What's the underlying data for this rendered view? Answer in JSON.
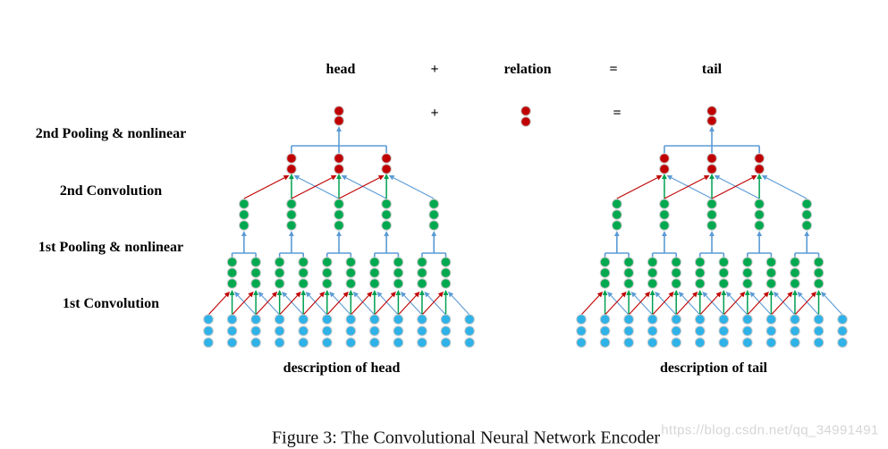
{
  "equation": {
    "head": "head",
    "plus": "+",
    "relation": "relation",
    "equals": "=",
    "tail": "tail"
  },
  "vector_row": {
    "plus": "+",
    "equals": "="
  },
  "layer_labels": [
    "2nd Pooling & nonlinear",
    "2nd Convolution",
    "1st Pooling & nonlinear",
    "1st Convolution"
  ],
  "networks": [
    {
      "name": "head-encoder",
      "description": "description of head"
    },
    {
      "name": "tail-encoder",
      "description": "description of tail"
    }
  ],
  "relation_vector": {
    "dot_count": 2
  },
  "structure": {
    "input_columns": 12,
    "input_dots_per_column": 3,
    "conv1_columns": 10,
    "conv1_dots_per_column": 3,
    "pool1_columns": 5,
    "pool1_dots_per_column": 3,
    "conv2_columns": 3,
    "conv2_dots_per_column": 2,
    "output_dots": 2,
    "conv_kernel_size": 3,
    "pool_size": 2
  },
  "caption": "Figure 3: The Convolutional Neural Network Encoder",
  "watermark": "https://blog.csdn.net/qq_34991491",
  "colors": {
    "background": "#ffffff",
    "dot_red": "#C00000",
    "dot_green": "#00A94F",
    "dot_blue": "#2EB2E8",
    "dot_ring": "#C9C9C9",
    "line_red": "#C00000",
    "line_green": "#00A050",
    "line_blue": "#5B9BD5",
    "text": "#000000",
    "watermark_text": "#D6D6D6"
  }
}
